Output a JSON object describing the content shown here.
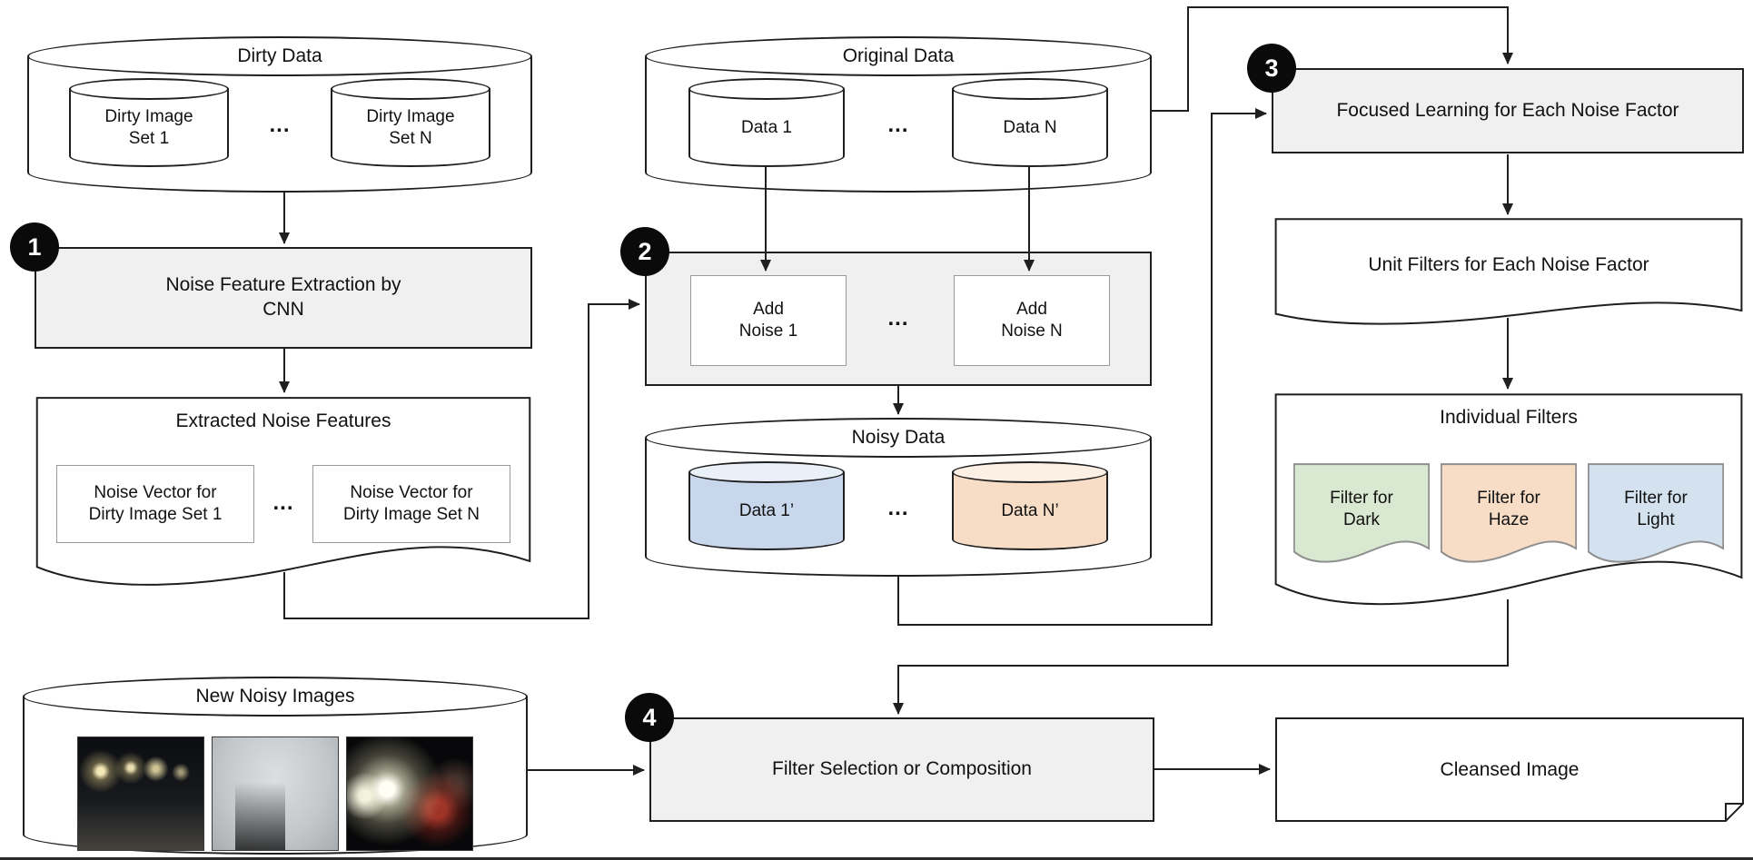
{
  "ellipsis": "...",
  "dirty_data": {
    "title": "Dirty Data",
    "set1": "Dirty Image\nSet 1",
    "setN": "Dirty Image\nSet N"
  },
  "step1": {
    "badge": "1",
    "label": "Noise Feature Extraction by\nCNN"
  },
  "extracted": {
    "title": "Extracted Noise Features",
    "vec1": "Noise Vector for\nDirty Image Set 1",
    "vecN": "Noise Vector for\nDirty Image Set N"
  },
  "original_data": {
    "title": "Original Data",
    "data1": "Data 1",
    "dataN": "Data N"
  },
  "step2": {
    "badge": "2",
    "add1": "Add\nNoise 1",
    "addN": "Add\nNoise N"
  },
  "noisy_data": {
    "title": "Noisy Data",
    "data1": "Data 1’",
    "dataN": "Data N’"
  },
  "step3": {
    "badge": "3",
    "label": "Focused Learning for Each Noise Factor"
  },
  "unit_filters": {
    "label": "Unit Filters for Each Noise Factor"
  },
  "individual_filters": {
    "title": "Individual Filters",
    "dark": "Filter for\nDark",
    "haze": "Filter for\nHaze",
    "light": "Filter for\nLight"
  },
  "new_noisy_images": {
    "title": "New Noisy Images",
    "photos": [
      "night-street-photo",
      "fog-silhouette-photo",
      "car-headlights-photo"
    ]
  },
  "step4": {
    "badge": "4",
    "label": "Filter Selection or Composition"
  },
  "cleansed_image": {
    "label": "Cleansed Image"
  },
  "colors": {
    "step_box_fill": "#f0f0f0",
    "badge_fill": "#0a0a0a",
    "data1_prime_fill": "#c9d7ec",
    "dataN_prime_fill": "#f7dcc6",
    "filter_dark_fill": "#d9e8d1",
    "filter_haze_fill": "#f7dcc6",
    "filter_light_fill": "#d4e2f0"
  }
}
